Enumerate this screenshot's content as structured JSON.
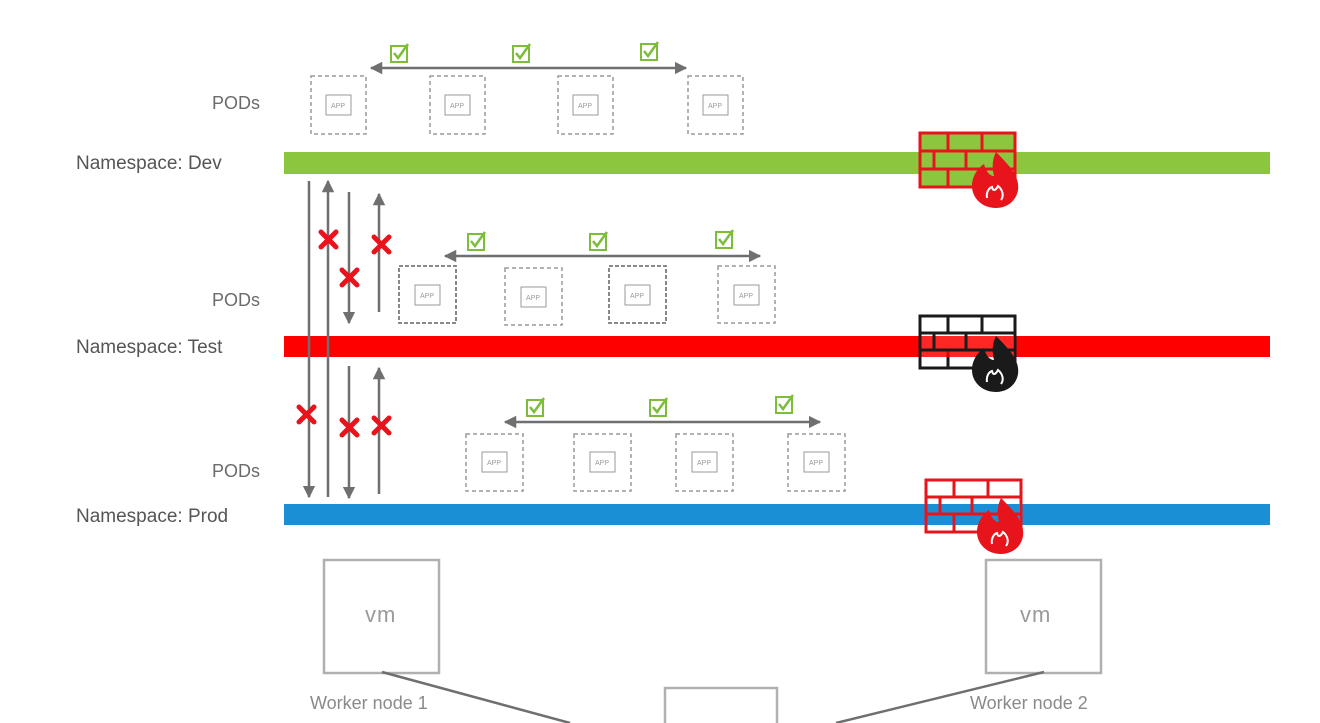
{
  "colors": {
    "dev": "#8cc63f",
    "test": "#ff0000",
    "prod": "#1a8fd6",
    "allowed": "#7cbd3a",
    "denied": "#e8141c",
    "arrow": "#6f6f6f",
    "pod_border": "#9a9a9a",
    "firewall_red": "#e8141c",
    "firewall_black": "#1a1a1a"
  },
  "namespaces": [
    {
      "key": "dev",
      "label": "Namespace: Dev",
      "pods_label": "PODs",
      "firewall": "firewall-red-icon"
    },
    {
      "key": "test",
      "label": "Namespace: Test",
      "pods_label": "PODs",
      "firewall": "firewall-black-icon"
    },
    {
      "key": "prod",
      "label": "Namespace: Prod",
      "pods_label": "PODs",
      "firewall": "firewall-red-icon"
    }
  ],
  "app_label": "APP",
  "pod_count_per_namespace": 4,
  "intra_namespace_traffic": "allowed",
  "cross_namespace_traffic": "denied",
  "icons": {
    "allowed": "checkbox-check-icon",
    "denied": "red-x-icon",
    "firewall": "firewall-flame-icon"
  },
  "nodes": [
    {
      "vm_label": "vm",
      "name": "Worker node 1"
    },
    {
      "vm_label": "vm",
      "name": "Worker node 2"
    }
  ]
}
